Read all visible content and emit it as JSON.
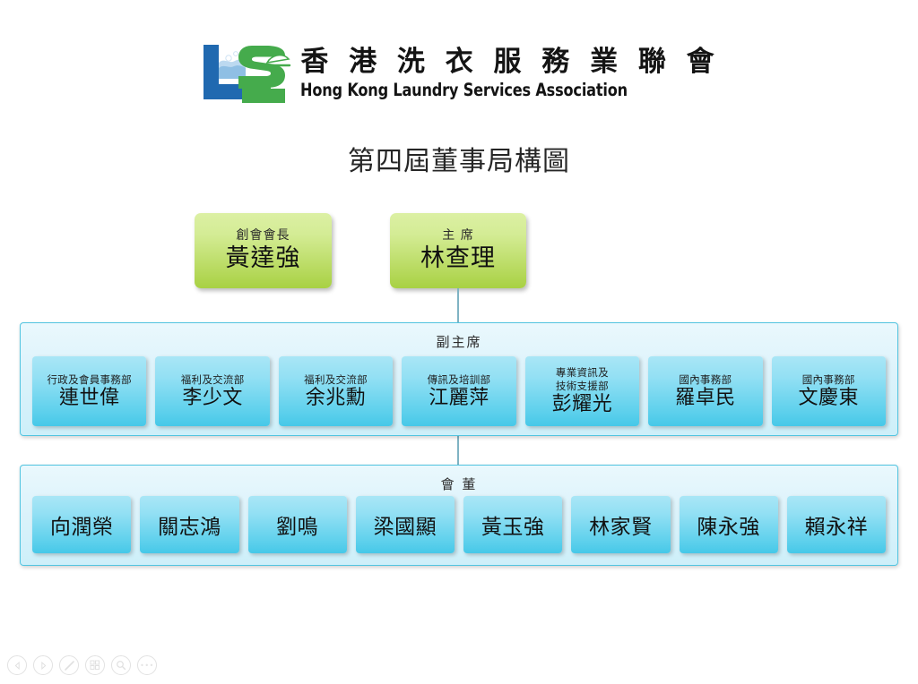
{
  "header": {
    "logo_icon": "lrs-laundry-logo",
    "org_name_cn": "香 港 洗 衣 服 務 業 聯 會",
    "org_name_en": "Hong Kong Laundry Services Association"
  },
  "title": "第四屆董事局構圖",
  "colors": {
    "green_box_top": "#dcf0a4",
    "green_box_bottom": "#a8d143",
    "cyan_box_top": "#a9e6f6",
    "cyan_box_bottom": "#46c8e8",
    "panel_background": "#e4f6fc",
    "panel_border": "#51c4e0",
    "connector": "#7fb3c4",
    "text": "#111111"
  },
  "top_row": [
    {
      "role": "創會會長",
      "name": "黃達強"
    },
    {
      "role": "主 席",
      "name": "林查理"
    }
  ],
  "vice_chair_panel": {
    "title": "副主席",
    "members": [
      {
        "dept": "行政及會員事務部",
        "name": "連世偉"
      },
      {
        "dept": "福利及交流部",
        "name": "李少文"
      },
      {
        "dept": "福利及交流部",
        "name": "余兆勳"
      },
      {
        "dept": "傳訊及培訓部",
        "name": "江麗萍"
      },
      {
        "dept": "專業資訊及\n技術支援部",
        "name": "彭耀光"
      },
      {
        "dept": "國內事務部",
        "name": "羅卓民"
      },
      {
        "dept": "國內事務部",
        "name": "文慶東"
      }
    ]
  },
  "board_panel": {
    "title": "會 董",
    "members": [
      {
        "name": "向潤榮"
      },
      {
        "name": "關志鴻"
      },
      {
        "name": "劉鳴"
      },
      {
        "name": "梁國顯"
      },
      {
        "name": "黃玉強"
      },
      {
        "name": "林家賢"
      },
      {
        "name": "陳永強"
      },
      {
        "name": "賴永祥"
      }
    ]
  },
  "toolbar": {
    "buttons": [
      {
        "icon": "previous-slide-icon",
        "label": "上一頁"
      },
      {
        "icon": "next-slide-icon",
        "label": "下一頁"
      },
      {
        "icon": "pen-icon",
        "label": "畫筆"
      },
      {
        "icon": "slide-grid-icon",
        "label": "所有投影片"
      },
      {
        "icon": "zoom-icon",
        "label": "放大"
      },
      {
        "icon": "more-options-icon",
        "label": "更多"
      }
    ],
    "more_glyph": "•••"
  }
}
